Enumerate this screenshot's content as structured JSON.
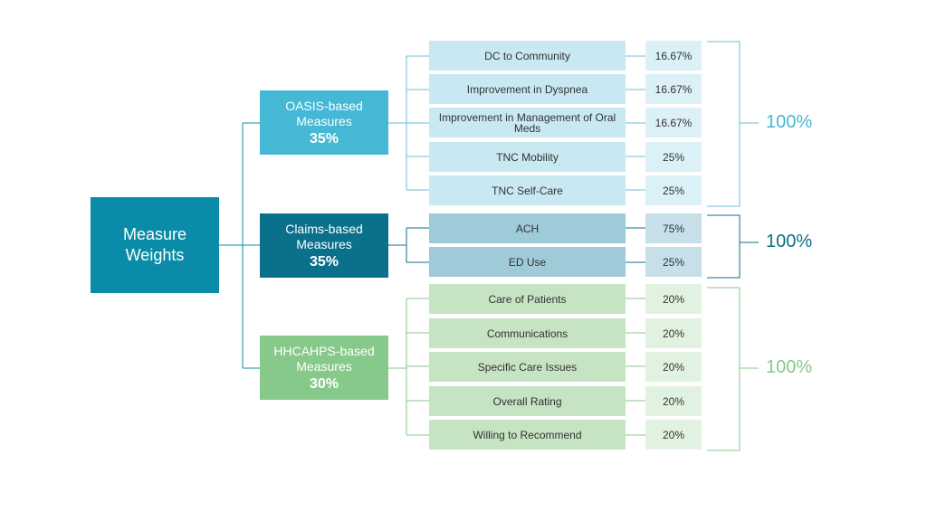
{
  "root": {
    "line1": "Measure",
    "line2": "Weights"
  },
  "groups": [
    {
      "line1": "OASIS-based",
      "line2": "Measures",
      "percent": "35%",
      "total": "100%",
      "colors": {
        "head": "#45b8d6",
        "item": "#c8e8f2",
        "weight": "#dbf0f7",
        "bracket": "#69bfd8",
        "total": "#45b8d6"
      },
      "items": [
        {
          "label": "DC to Community",
          "weight": "16.67%"
        },
        {
          "label": "Improvement  in Dyspnea",
          "weight": "16.67%"
        },
        {
          "label": "Improvement  in Management of Oral Meds",
          "weight": "16.67%"
        },
        {
          "label": "TNC Mobility",
          "weight": "25%"
        },
        {
          "label": "TNC Self-Care",
          "weight": "25%"
        }
      ]
    },
    {
      "line1": "Claims-based",
      "line2": "Measures",
      "percent": "35%",
      "total": "100%",
      "colors": {
        "head": "#0b7089",
        "item": "#9fcad8",
        "weight": "#c6dfe8",
        "bracket": "#0b7089",
        "total": "#0b7089"
      },
      "items": [
        {
          "label": "ACH",
          "weight": "75%"
        },
        {
          "label": "ED Use",
          "weight": "25%"
        }
      ]
    },
    {
      "line1": "HHCAHPS-based",
      "line2": "Measures",
      "percent": "30%",
      "total": "100%",
      "colors": {
        "head": "#87c98a",
        "item": "#c6e3c3",
        "weight": "#e2f2e0",
        "bracket": "#87c98a",
        "total": "#87c98a"
      },
      "items": [
        {
          "label": "Care of Patients",
          "weight": "20%"
        },
        {
          "label": "Communications",
          "weight": "20%"
        },
        {
          "label": "Specific Care Issues",
          "weight": "20%"
        },
        {
          "label": "Overall Rating",
          "weight": "20%"
        },
        {
          "label": "Willing to Recommend",
          "weight": "20%"
        }
      ]
    }
  ]
}
